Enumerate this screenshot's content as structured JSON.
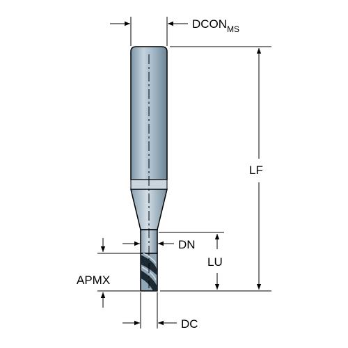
{
  "labels": {
    "dcon": "DCON",
    "dcon_sub": "MS",
    "lf": "LF",
    "dn": "DN",
    "lu": "LU",
    "apmx": "APMX",
    "dc": "DC"
  },
  "colors": {
    "shank": "#a3b8c8",
    "shank_highlight": "#c6d5df",
    "shank_shadow": "#6f8798",
    "outline": "#000000",
    "flute_dark": "#1e2a33"
  }
}
